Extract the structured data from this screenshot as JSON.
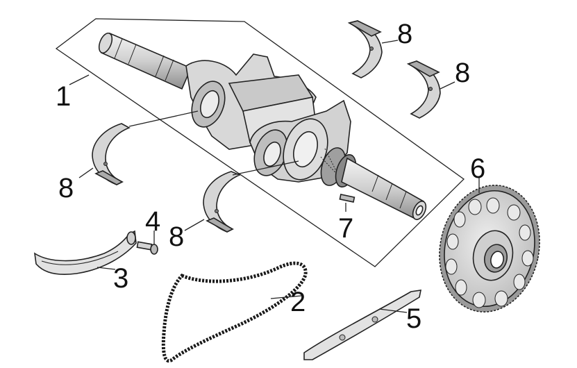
{
  "callouts": {
    "c1": "1",
    "c2": "2",
    "c3": "3",
    "c4": "4",
    "c5": "5",
    "c6": "6",
    "c7": "7",
    "c8a": "8",
    "c8b": "8",
    "c8c": "8",
    "c8d": "8"
  },
  "parts": [
    {
      "number": "1",
      "name": "crankshaft-assembly"
    },
    {
      "number": "2",
      "name": "timing-chain"
    },
    {
      "number": "3",
      "name": "chain-tensioner-guide"
    },
    {
      "number": "4",
      "name": "bolt"
    },
    {
      "number": "5",
      "name": "chain-guide"
    },
    {
      "number": "6",
      "name": "flywheel-gear"
    },
    {
      "number": "7",
      "name": "woodruff-key"
    },
    {
      "number": "8",
      "name": "main-bearing-shell"
    }
  ],
  "colors": {
    "line": "#222222",
    "fill_light": "#e6e6e6",
    "fill_mid": "#c8c8c8",
    "fill_dark": "#9a9a9a"
  }
}
